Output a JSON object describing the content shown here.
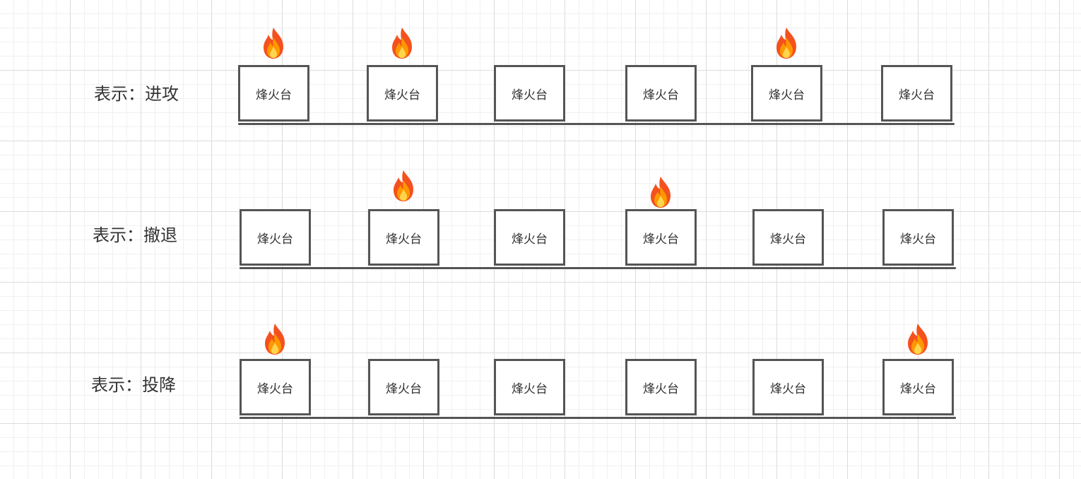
{
  "tower_label": "烽火台",
  "colors": {
    "stroke": "#555555",
    "flame_outer": "#f4511e",
    "flame_mid": "#ff9800",
    "flame_inner": "#ffd54f"
  },
  "rows": [
    {
      "label": "表示：进攻",
      "lit": [
        true,
        true,
        false,
        false,
        true,
        false
      ]
    },
    {
      "label": "表示：撤退",
      "lit": [
        false,
        true,
        false,
        true,
        false,
        false
      ]
    },
    {
      "label": "表示：投降",
      "lit": [
        true,
        false,
        false,
        false,
        false,
        true
      ]
    }
  ]
}
